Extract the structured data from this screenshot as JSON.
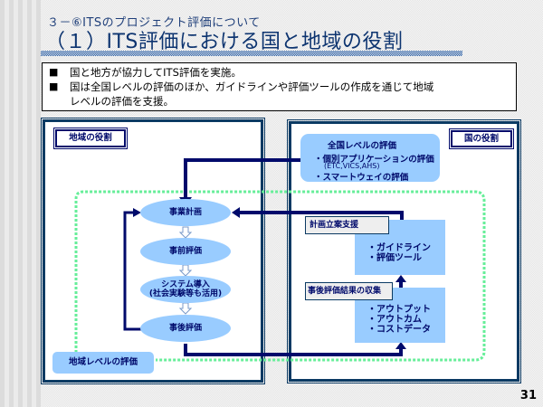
{
  "header": {
    "subtitle": "３－⑥ITSのプロジェクト評価について",
    "title": "（１）ITS評価における国と地域の役割"
  },
  "bullets": {
    "mark": "■",
    "items": [
      {
        "line1": "国と地方が協力してITS評価を実施。",
        "line2": ""
      },
      {
        "line1": "国は全国レベルの評価のほか、ガイドラインや評価ツールの作成を通じて地域",
        "line2": "レベルの評価を支援。"
      }
    ]
  },
  "left_panel": {
    "role_label": "地域の役割",
    "flow": [
      {
        "label": "事業計画"
      },
      {
        "label": "事前評価"
      },
      {
        "label": "システム導入",
        "sublabel": "(社会実験等も活用)"
      },
      {
        "label": "事後評価"
      }
    ],
    "region_eval_label": "地域レベルの評価"
  },
  "right_panel": {
    "role_label": "国の役割",
    "national_eval": {
      "title": "全国レベルの評価",
      "items": [
        "・個別アプリケーションの評価",
        "(ETC,VICS,AHS)",
        "・スマートウェイの評価"
      ]
    },
    "planning_support": {
      "tag": "計画立案支援",
      "items": [
        "・ガイドライン",
        "・評価ツール"
      ]
    },
    "post_eval_collection": {
      "tag": "事後評価結果の収集",
      "items": [
        "・アウトプット",
        "・アウトカム",
        "・コストデータ"
      ]
    }
  },
  "colors": {
    "navy": "#000a6b",
    "panel_border": "#0b3a63",
    "light_blue": "#99ccff",
    "dotted_green": "#66ee99"
  },
  "page_number": "31"
}
